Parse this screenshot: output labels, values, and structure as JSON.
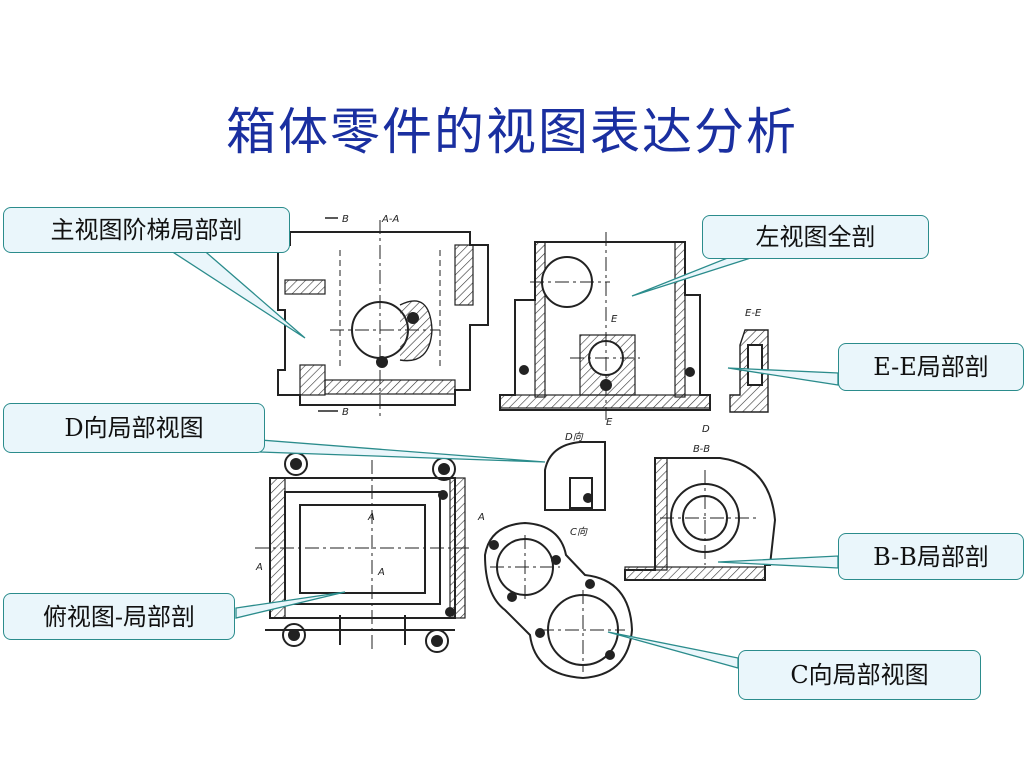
{
  "title": "箱体零件的视图表达分析",
  "callouts": {
    "main_view": "主视图阶梯局部剖",
    "left_view": "左视图全剖",
    "ee_section": "E-E局部剖",
    "d_view": "D向局部视图",
    "bb_section": "B-B局部剖",
    "top_view": "俯视图-局部剖",
    "c_view": "C向局部视图"
  },
  "drawing_labels": {
    "aa": "A-A",
    "b_top": "B",
    "b_bottom": "B",
    "e_mark": "E",
    "e_mark2": "E",
    "ee": "E-E",
    "d_mark": "D",
    "bb": "B-B",
    "d_dir": "D向",
    "c_dir": "C向",
    "a1": "A",
    "a2": "A",
    "a3": "A",
    "a4": "A"
  },
  "colors": {
    "title": "#1a2fa0",
    "callout_border": "#2b8c8c",
    "callout_fill": "#eaf6fb",
    "line": "#222222"
  }
}
